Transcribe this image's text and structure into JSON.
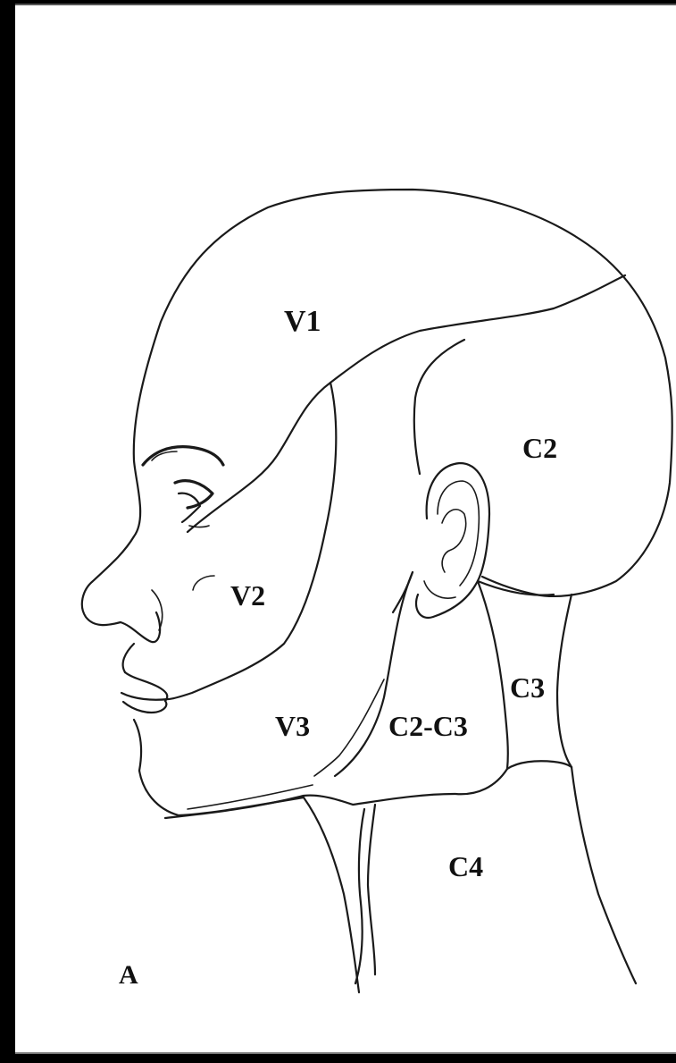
{
  "figure": {
    "panel_label": "A",
    "regions": {
      "v1": "V1",
      "v2": "V2",
      "v3": "V3",
      "c2": "C2",
      "c2_c3": "C2-C3",
      "c3": "C3",
      "c4": "C4"
    }
  }
}
